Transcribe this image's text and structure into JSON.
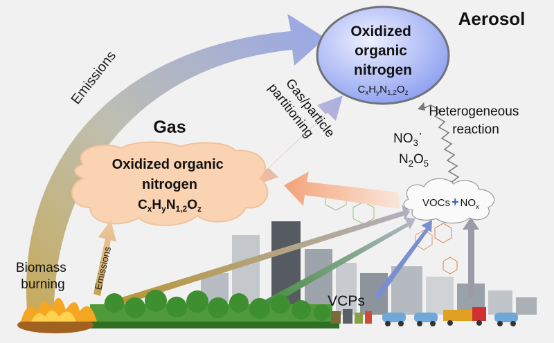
{
  "aerosol": {
    "title": "Aerosol",
    "lines": [
      "Oxidized",
      "organic",
      "nitrogen"
    ],
    "formula": {
      "c": "C",
      "cx": "x",
      "h": "H",
      "hy": "y",
      "n": "N",
      "n12": "1,2",
      "o": "O",
      "oz": "z"
    }
  },
  "gas": {
    "title": "Gas",
    "lines": [
      "Oxidized organic",
      "nitrogen"
    ],
    "formula": {
      "c": "C",
      "cx": "x",
      "h": "H",
      "hy": "y",
      "n": "N",
      "n12": "1,2",
      "o": "O",
      "oz": "z"
    }
  },
  "labels": {
    "emissions_big": "Emissions",
    "emissions_small": "Emissions",
    "partitioning_1": "Gas/particle",
    "partitioning_2": "partitioning",
    "hetero_1": "Heterogeneous",
    "hetero_2": "reaction",
    "no3": "NO",
    "no3_sub": "3",
    "no3_dot": "·",
    "n2o5_n": "N",
    "n2o5_2": "2",
    "n2o5_o": "O",
    "n2o5_5": "5",
    "biomass_1": "Biomass",
    "biomass_2": "burning",
    "vcps": "VCPs",
    "vocs": "VOCs",
    "plus": "+",
    "nox": "NO",
    "nox_sub": "x"
  },
  "colors": {
    "aerosol_fill": "#a9b8f2",
    "gas_fill": "#f9d3b2",
    "orange_arrow": "#f2a77a",
    "blue_arrow": "#8f9be0",
    "plus": "#2f5fb0"
  }
}
